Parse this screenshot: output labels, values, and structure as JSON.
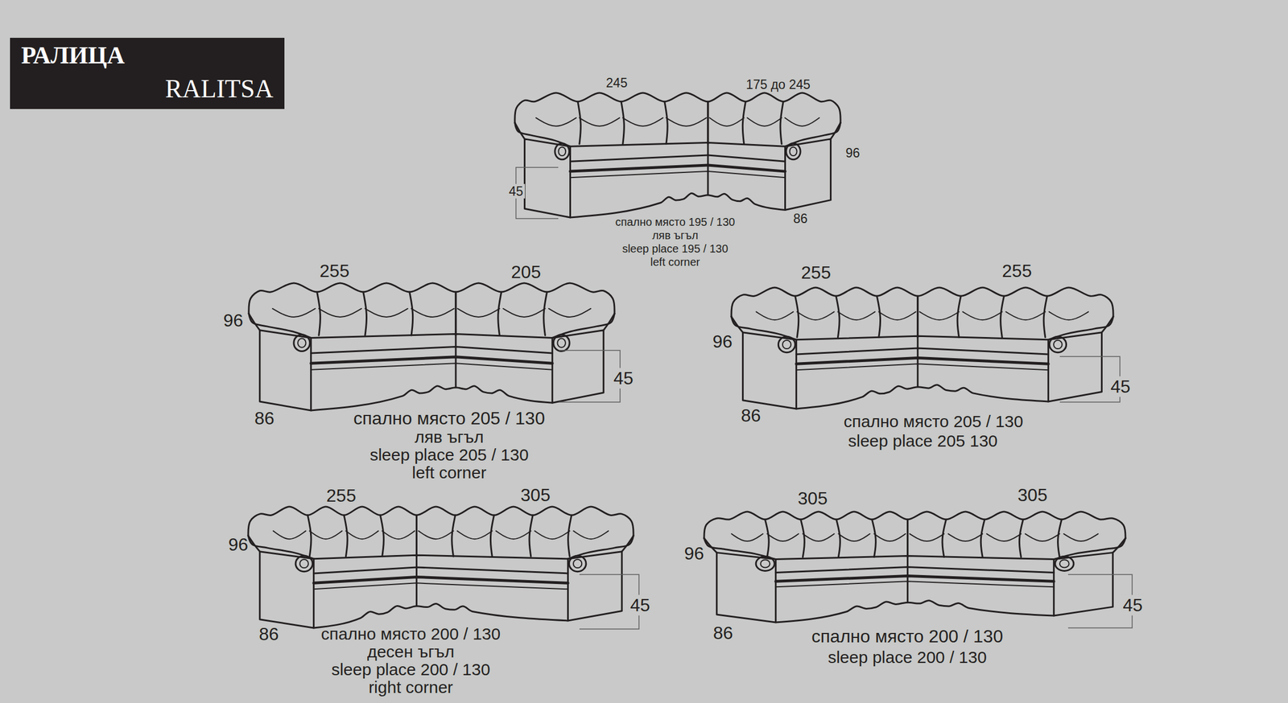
{
  "diagram": {
    "nodes": [
      {
        "text": [
          "РАЛИЦА",
          "RALITSA"
        ]
      }
    ],
    "labels": [
      "245",
      "175 до 245",
      "96",
      "45",
      "86",
      "спално място 195 / 130",
      "ляв ъгъл",
      "sleep place 195 / 130",
      "left corner",
      "255",
      "205",
      "96",
      "45",
      "86",
      "спално място 205 / 130",
      "ляв ъгъл",
      "sleep place 205 / 130",
      "left corner",
      "255",
      "255",
      "96",
      "86",
      "45",
      "спално място 205 / 130",
      "sleep place 205 130",
      "255",
      "305",
      "96",
      "86",
      "45",
      "спално място 200 / 130",
      "десен ъгъл",
      "sleep place 200 / 130",
      "right corner",
      "305",
      "305",
      "96",
      "86",
      "45",
      "спално място 200 / 130",
      "sleep place 200 / 130"
    ]
  }
}
